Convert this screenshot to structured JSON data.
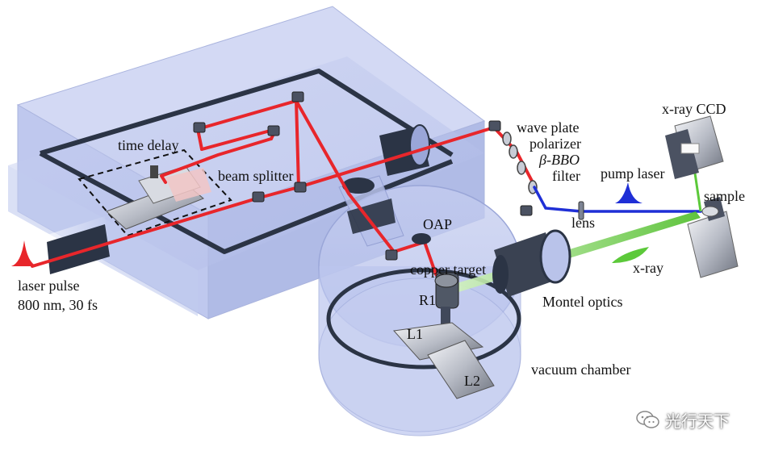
{
  "labels": {
    "time_delay": "time delay",
    "beam_splitter": "beam splitter",
    "laser_pulse_line1": "laser pulse",
    "laser_pulse_line2": "800 nm, 30 fs",
    "oap": "OAP",
    "copper_target": "copper target",
    "r1": "R1",
    "l1": "L1",
    "l2": "L2",
    "vacuum_chamber": "vacuum chamber",
    "montel_optics": "Montel optics",
    "x_ray": "x-ray",
    "lens": "lens",
    "pump_laser": "pump laser",
    "sample": "sample",
    "x_ray_ccd": "x-ray CCD",
    "wave_plate": "wave plate",
    "polarizer": "polarizer",
    "beta_bbo": "β-BBO",
    "filter": "filter"
  },
  "watermark": {
    "text": "光行天下",
    "icon": "wechat-icon"
  },
  "colors": {
    "red_beam": "#e8262b",
    "blue_beam": "#1f2fd6",
    "green_beam": "#5cc93a",
    "enclosure": "#b9c3ea",
    "frame": "#2b3445"
  }
}
